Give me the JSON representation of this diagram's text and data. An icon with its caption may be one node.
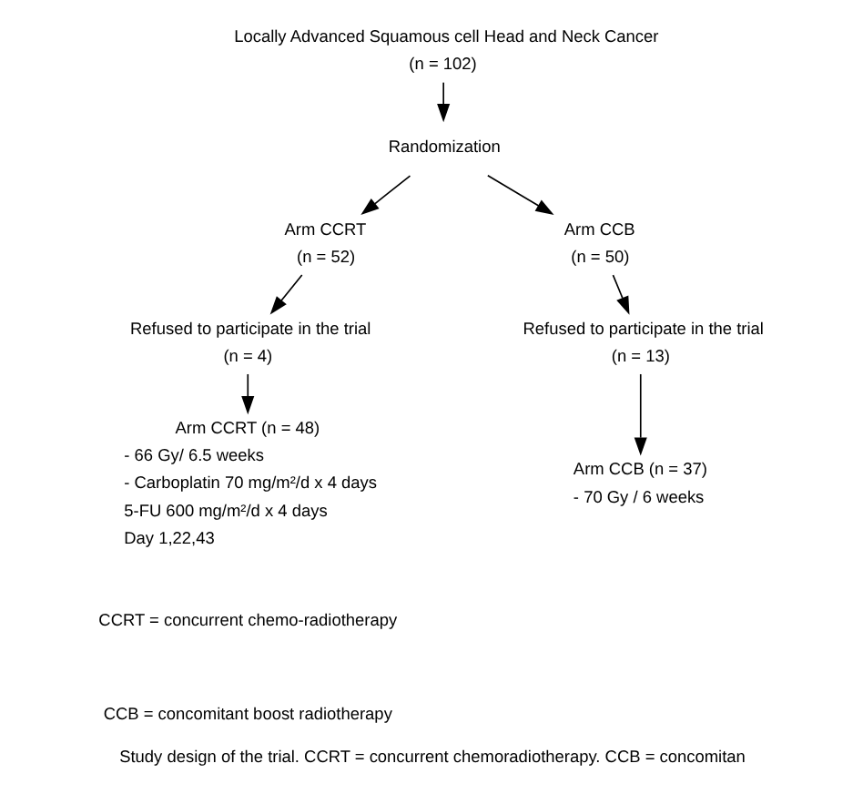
{
  "diagram": {
    "caption": "Study design of the trial. CCRT = concurrent chemoradiotherapy. CCB = concomitan",
    "nodes": [
      {
        "text": [
          "Locally Advanced Squamous cell Head and Neck Cancer",
          "(n = 102)"
        ]
      },
      {
        "text": [
          "Randomization"
        ]
      },
      {
        "text": [
          "Arm CCRT",
          "(n = 52)"
        ]
      },
      {
        "text": [
          "Arm CCB",
          "(n = 50)"
        ]
      },
      {
        "text": [
          "Refused to participate in the trial",
          "(n = 4)"
        ]
      },
      {
        "text": [
          "Refused to participate in the trial",
          "(n = 13)"
        ]
      },
      {
        "text": [
          "Arm CCRT (n = 48)"
        ],
        "beside": [
          "- 66 Gy/ 6.5 weeks",
          "- Carboplatin 70 mg/m²/d x 4 days",
          "5-FU 600 mg/m²/d x 4 days",
          "Day 1,22,43"
        ]
      },
      {
        "text": [
          "Arm CCB (n = 37)"
        ],
        "beside": [
          "- 70 Gy / 6 weeks"
        ]
      }
    ],
    "edges": [
      {
        "from": 0,
        "to": 1,
        "arrow": "to"
      },
      {
        "from": 1,
        "to": 2,
        "arrow": "to"
      },
      {
        "from": 1,
        "to": 3,
        "arrow": "to"
      },
      {
        "from": 2,
        "to": 4,
        "arrow": "to"
      },
      {
        "from": 3,
        "to": 5,
        "arrow": "to"
      },
      {
        "from": 4,
        "to": 6,
        "arrow": "to"
      },
      {
        "from": 5,
        "to": 7,
        "arrow": "to"
      }
    ],
    "labels": [
      "CCRT = concurrent chemo-radiotherapy",
      "CCB = concomitant boost radiotherapy"
    ]
  }
}
